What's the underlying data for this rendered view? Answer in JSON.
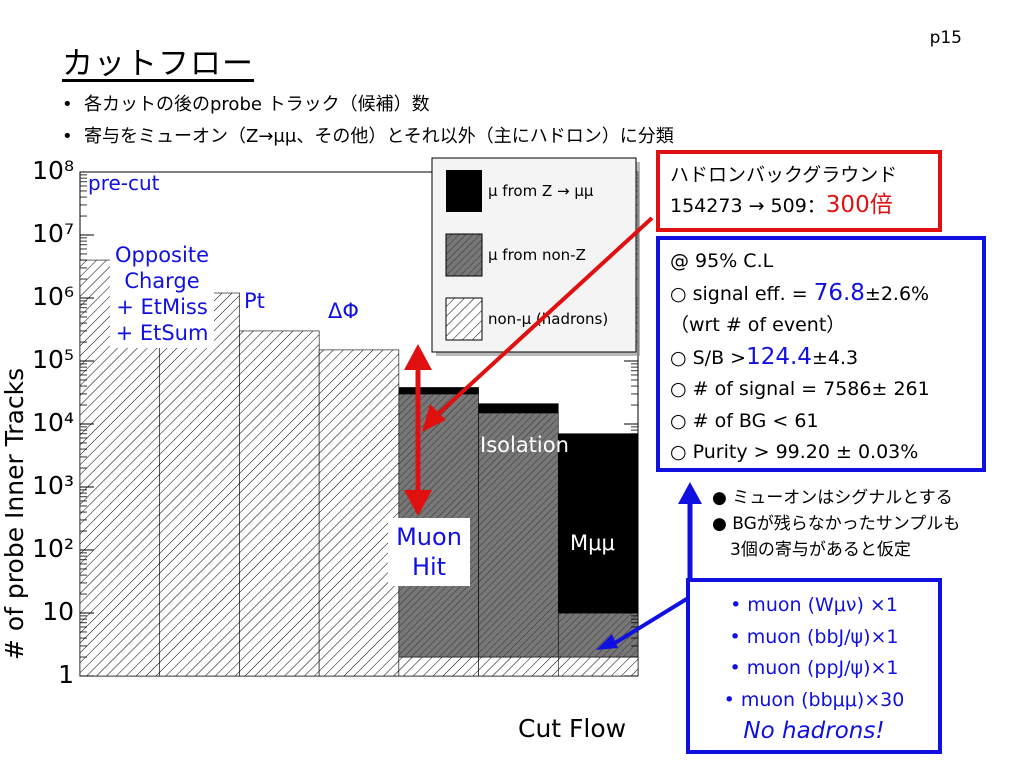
{
  "page_number": "p15",
  "title": "カットフロー",
  "bullets": [
    "各カットの後のprobe トラック（候補）数",
    "寄与をミューオン（Z→μμ、その他）とそれ以外（主にハドロン）に分類"
  ],
  "hadron_box": {
    "line1": "ハドロンバックグラウンド",
    "line2_prefix": "154273 → 509：",
    "line2_big": "300倍"
  },
  "stats_box": {
    "cl": "@ 95% C.L",
    "sig_prefix": "○ signal eff. = ",
    "sig_value": "76.8",
    "sig_err": "±2.6%",
    "wrt": "（wrt # of event）",
    "sb_prefix": "○ S/B >",
    "sb_value": "124.4",
    "sb_err": "±4.3",
    "nsig": "○ # of signal = 7586± 261",
    "nbg": "○ # of BG < 61",
    "purity": "○ Purity > 99.20 ± 0.03%"
  },
  "notes": [
    "● ミューオンはシグナルとする",
    "● BGが残らなかったサンプルも",
    "3個の寄与があると仮定"
  ],
  "samples": [
    "• muon (Wμν)  ×1",
    "• muon (bbJ/ψ)×1",
    "• muon (ppJ/ψ)×1",
    "• muon (bbμμ)×30"
  ],
  "no_hadrons": "No hadrons!",
  "cut_labels": {
    "precut": "pre-cut",
    "opposite": "Opposite Charge + EtMiss + EtSum",
    "pt": "Pt",
    "dphi": "ΔΦ",
    "muonhit": "Muon Hit",
    "isolation": "Isolation",
    "mmumu": "Mμμ"
  },
  "colors": {
    "red": "#e01010",
    "blue": "#1010e0",
    "mu_from_z": "#000000",
    "mu_non_z": "#777777"
  },
  "chart_data": {
    "type": "bar",
    "title": "",
    "xlabel": "Cut Flow",
    "ylabel": "# of probe Inner Tracks",
    "yscale": "log",
    "ylim": [
      1,
      100000000
    ],
    "ytick_labels": [
      "1",
      "10",
      "10²",
      "10³",
      "10⁴",
      "10⁵",
      "10⁶",
      "10⁷",
      "10⁸"
    ],
    "categories": [
      "pre-cut",
      "Opposite Charge + EtMiss + EtSum",
      "Pt",
      "ΔΦ",
      "Muon Hit",
      "Isolation",
      "Mμμ"
    ],
    "series": [
      {
        "name": "non-μ (hadrons)",
        "pattern": "hatch",
        "values": [
          4000000,
          1200000,
          300000,
          150000,
          1,
          1,
          1
        ]
      },
      {
        "name": "μ from non-Z",
        "color": "#777777",
        "values": [
          0,
          0,
          0,
          0,
          30000,
          15000,
          8
        ]
      },
      {
        "name": "μ from Z → μμ",
        "color": "#000000",
        "values": [
          0,
          0,
          0,
          0,
          8000,
          6000,
          7000
        ]
      }
    ],
    "stacked_totals": [
      4000000,
      1200000,
      600000,
      150000,
      45000,
      27000,
      7000
    ],
    "legend": {
      "position": "top-right",
      "entries": [
        "μ from Z → μμ",
        "μ from non-Z",
        "non-μ (hadrons)"
      ]
    },
    "grid": false
  }
}
